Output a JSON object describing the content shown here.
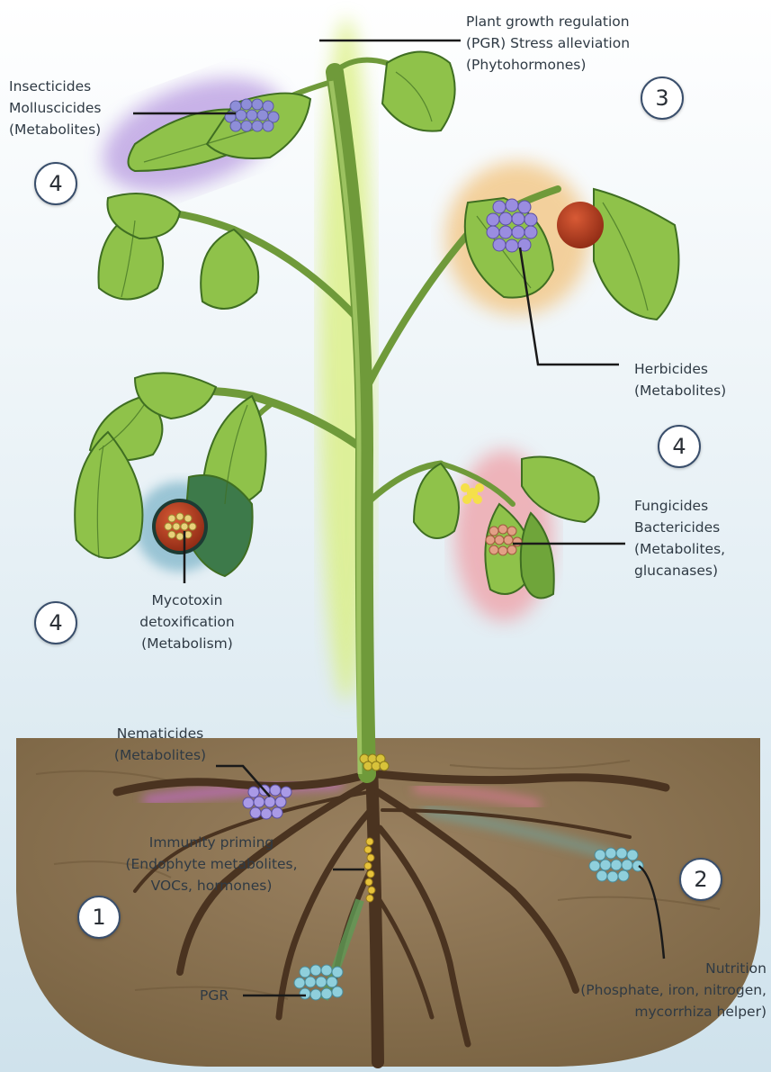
{
  "labels": {
    "pgr_top": [
      "Plant growth regulation",
      "(PGR) Stress alleviation",
      "(Phytohormones)"
    ],
    "insecticides": [
      "Insecticides",
      "Molluscicides",
      "(Metabolites)"
    ],
    "herbicides": [
      "Herbicides",
      "(Metabolites)"
    ],
    "fungicides": [
      "Fungicides",
      "Bactericides",
      "(Metabolites,",
      "glucanases)"
    ],
    "mycotoxin": [
      "Mycotoxin",
      "detoxification",
      "(Metabolism)"
    ],
    "nematicides": [
      "Nematicides",
      "(Metabolites)"
    ],
    "immunity": [
      "Immunity priming",
      "(Endophyte metabolites,",
      "VOCs, hormones)"
    ],
    "pgr_root": [
      "PGR"
    ],
    "nutrition": [
      "Nutrition",
      "(Phosphate, iron, nitrogen,",
      "mycorrhiza helper)"
    ]
  },
  "badges": {
    "pgr_top": "3",
    "insecticides": "4",
    "herbicides": "4",
    "mycotoxin": "4",
    "immunity": "1",
    "nutrition": "2"
  },
  "colors": {
    "sky_top": "#ffffff",
    "sky_bottom": "#cfe2ec",
    "soil": "#8c7452",
    "stem": "#6f9a3a",
    "leaf": "#8fc24a",
    "root": "#4a3320",
    "tomato": "#b03a1e",
    "microbe": "#8e8ed8",
    "text": "#2f3a44",
    "badge_border": "#3a4f6c"
  }
}
